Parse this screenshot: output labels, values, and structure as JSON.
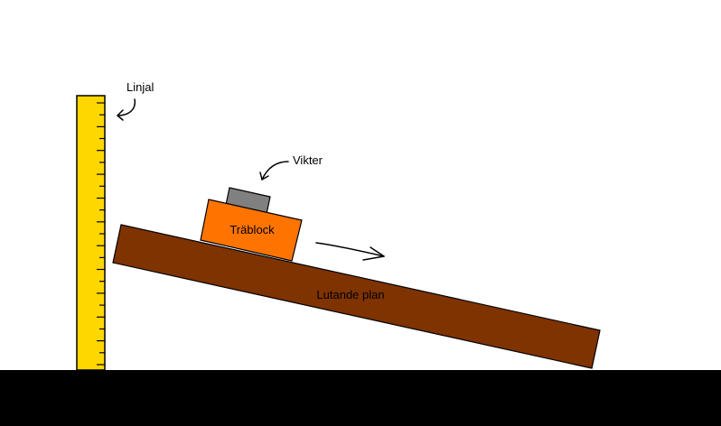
{
  "labels": {
    "ruler": "Linjal",
    "weights": "Vikter",
    "block": "Träblock",
    "plane": "Lutande plan"
  },
  "colors": {
    "ruler": "#ffd700",
    "plane": "#7f3300",
    "block": "#ff7400",
    "weights": "#808080",
    "ground": "#000000",
    "background": "#ffffff"
  },
  "icons": {
    "ruler_pointer": "curved-arrow",
    "weights_pointer": "curved-arrow",
    "motion": "right-arrow"
  }
}
